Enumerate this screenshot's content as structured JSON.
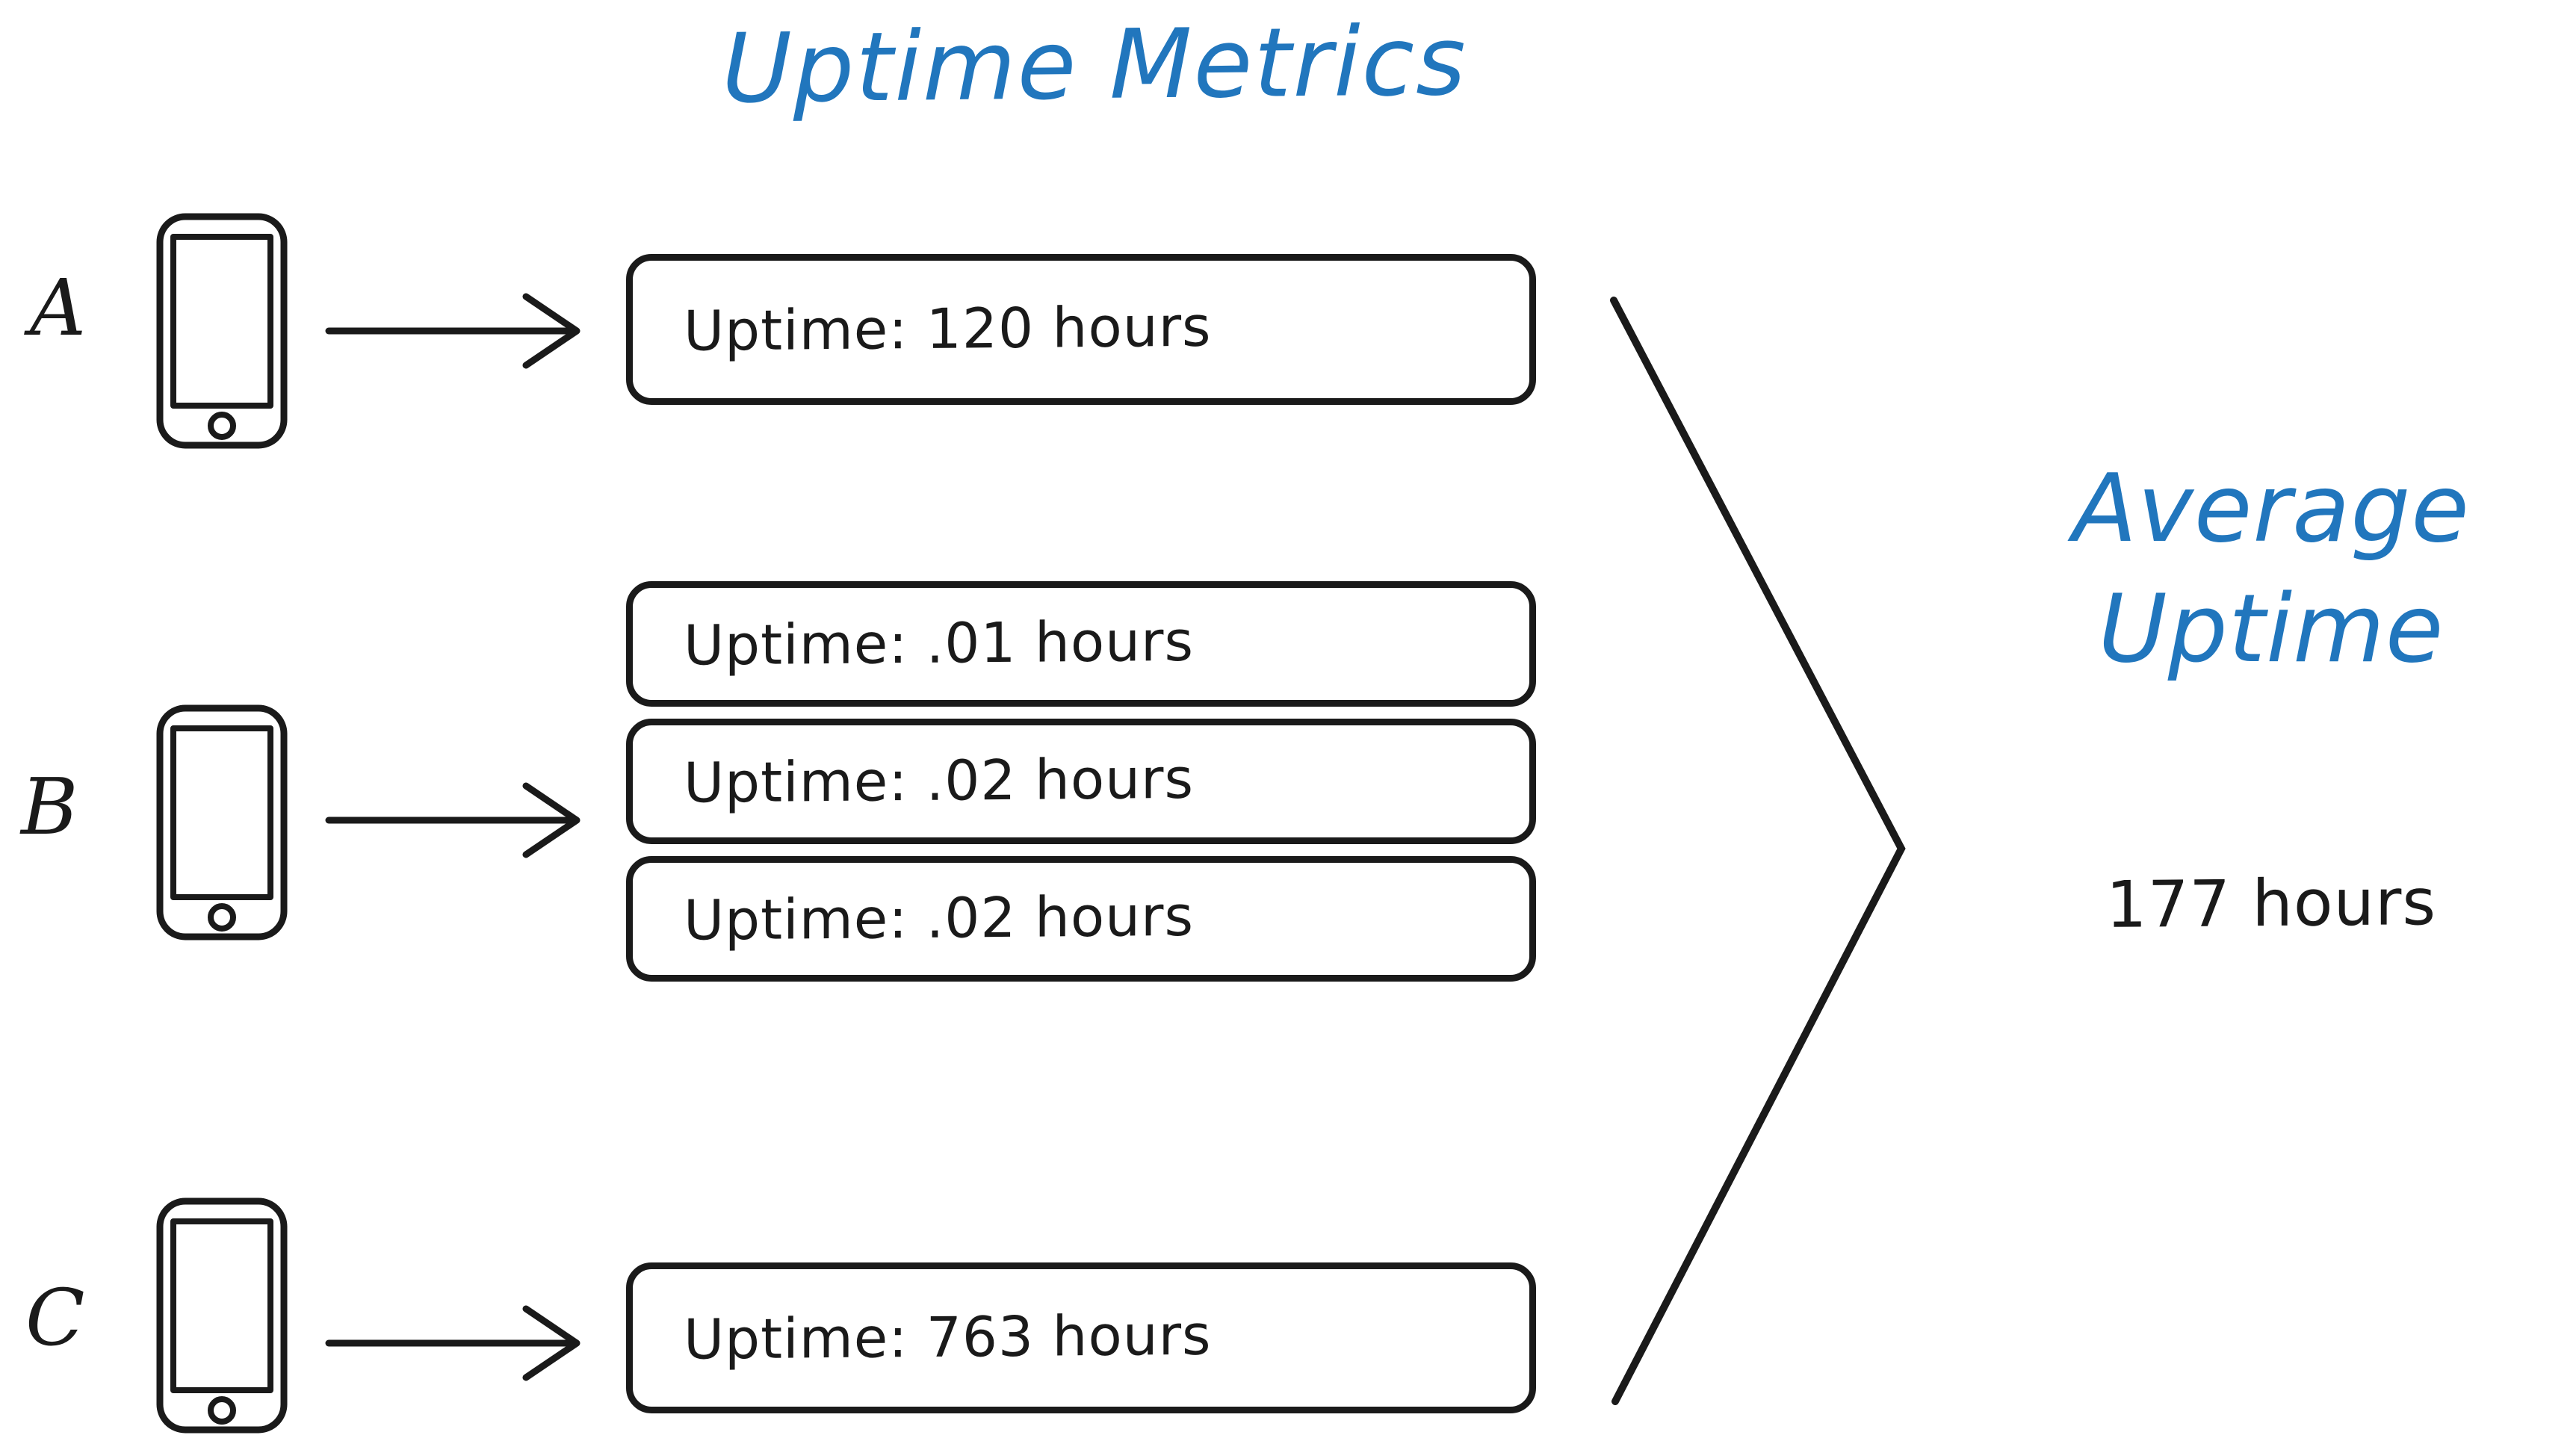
{
  "title": "Uptime Metrics",
  "colors": {
    "accent_blue": "#2176bd",
    "ink_black": "#1a1a1a",
    "background": "#ffffff"
  },
  "devices": [
    {
      "label": "A",
      "icon": "phone-icon",
      "arrow": "arrow-right-icon",
      "metrics": [
        {
          "text": "Uptime: 120 hours"
        }
      ]
    },
    {
      "label": "B",
      "icon": "phone-icon",
      "arrow": "arrow-right-icon",
      "metrics": [
        {
          "text": "Uptime: .01 hours"
        },
        {
          "text": "Uptime: .02 hours"
        },
        {
          "text": "Uptime: .02 hours"
        }
      ]
    },
    {
      "label": "C",
      "icon": "phone-icon",
      "arrow": "arrow-right-icon",
      "metrics": [
        {
          "text": "Uptime: 763 hours"
        }
      ]
    }
  ],
  "result": {
    "title_line1": "Average",
    "title_line2": "Uptime",
    "value": "177 hours"
  },
  "chart_data": {
    "type": "table",
    "title": "Uptime Metrics",
    "categories": [
      "A",
      "B",
      "B",
      "B",
      "C"
    ],
    "values": [
      120,
      0.01,
      0.02,
      0.02,
      763
    ],
    "unit": "hours",
    "aggregate_label": "Average Uptime",
    "aggregate_value": 177
  }
}
